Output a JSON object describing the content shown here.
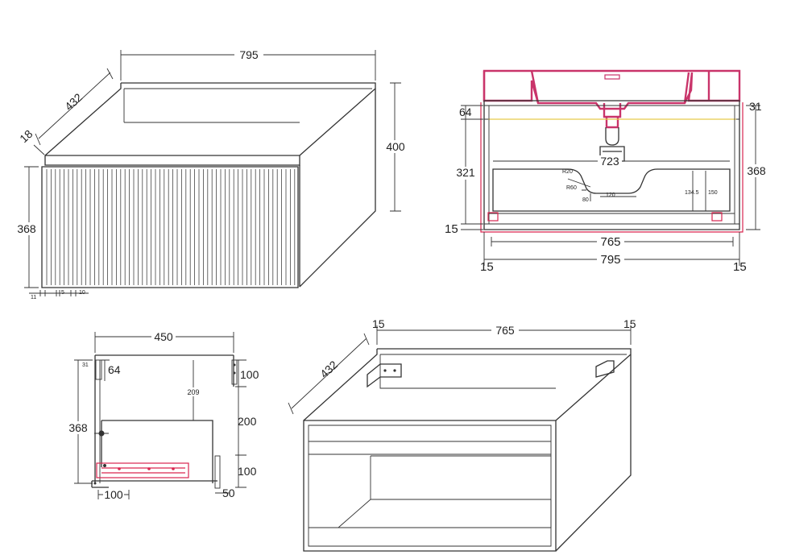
{
  "colors": {
    "line": "#333333",
    "basin": "#c9346a",
    "red_outline": "#d9264f",
    "yellow_line": "#e8c94a"
  },
  "view_iso": {
    "width": "795",
    "depth": "432",
    "height": "400",
    "top_thickness": "18",
    "front_height": "368",
    "bottom_11": "11",
    "bottom_5": "5",
    "bottom_10": "10"
  },
  "view_front": {
    "dim_64": "64",
    "dim_31": "31",
    "dim_321": "321",
    "dim_368": "368",
    "dim_15_left": "15",
    "dim_723": "723",
    "dim_765": "765",
    "dim_795": "795",
    "dim_15_bl": "15",
    "dim_15_br": "15",
    "r20": "R20",
    "r60": "R60",
    "d80": "80",
    "d120": "120",
    "d134_5": "134.5",
    "d150": "150"
  },
  "view_side": {
    "dim_450": "450",
    "dim_31": "31",
    "dim_64": "64",
    "dim_368": "368",
    "dim_209": "209",
    "dim_100_top": "100",
    "dim_200": "200",
    "dim_100_bottom": "100",
    "dim_100_left": "100",
    "dim_50": "50"
  },
  "view_open": {
    "dim_15_left": "15",
    "dim_765": "765",
    "dim_15_right": "15",
    "dim_432": "432"
  }
}
